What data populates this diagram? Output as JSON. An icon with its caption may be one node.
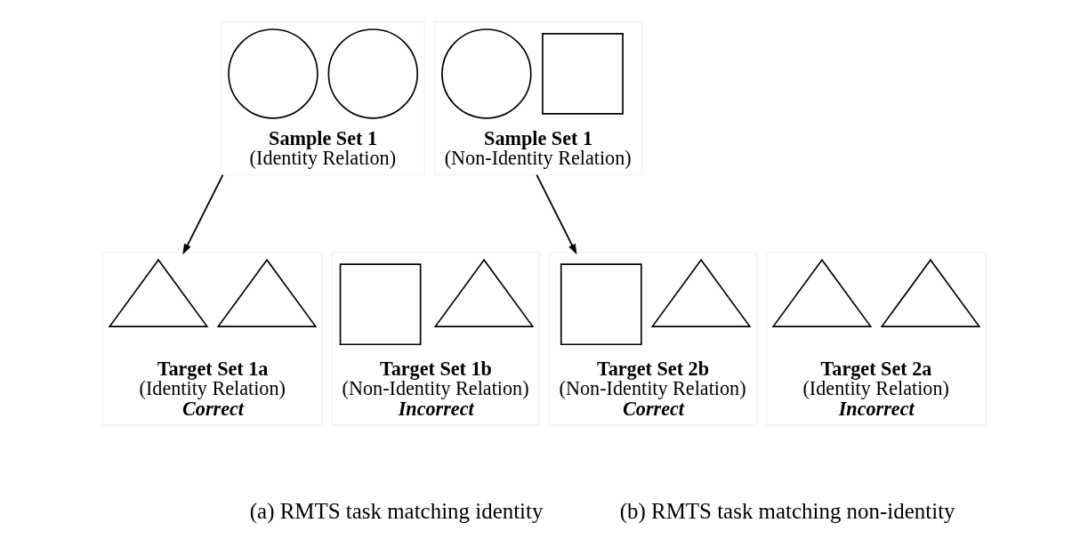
{
  "diagram": {
    "nodes": [
      {
        "text": [
          "Sample Set 1",
          "(Identity Relation)"
        ]
      },
      {
        "text": [],
        "shape": "circle",
        "in": 0
      },
      {
        "text": [],
        "shape": "circle",
        "in": 0
      },
      {
        "text": [
          "Target Set 1a",
          "(Identity Relation)",
          "Correct"
        ]
      },
      {
        "text": [],
        "shape": "triangle",
        "in": 3
      },
      {
        "text": [],
        "shape": "triangle",
        "in": 3
      },
      {
        "text": [
          "Target Set 1b",
          "(Non-Identity Relation)",
          "Incorrect"
        ]
      },
      {
        "text": [],
        "shape": "box",
        "in": 6
      },
      {
        "text": [],
        "shape": "triangle",
        "in": 6
      },
      {
        "text": [
          "Sample Set 1",
          "(Non-Identity Relation)"
        ]
      },
      {
        "text": [],
        "shape": "circle",
        "in": 9
      },
      {
        "text": [],
        "shape": "box",
        "in": 9
      },
      {
        "text": [
          "Target Set 2a",
          "(Identity Relation)",
          "Incorrect"
        ]
      },
      {
        "text": [],
        "shape": "triangle",
        "in": 12
      },
      {
        "text": [],
        "shape": "triangle",
        "in": 12
      },
      {
        "text": [
          "Target Set 2b",
          "(Non-Identity Relation)",
          "Correct"
        ]
      },
      {
        "text": [],
        "shape": "box",
        "in": 15
      },
      {
        "text": [],
        "shape": "triangle",
        "in": 15
      }
    ],
    "edges": [
      {
        "from": 0,
        "to": 3,
        "arrow": "to"
      },
      {
        "from": 9,
        "to": 15,
        "arrow": "to"
      }
    ],
    "labels": [
      "(a) RMTS task matching identity",
      "(b) RMTS task matching non-identity"
    ]
  }
}
